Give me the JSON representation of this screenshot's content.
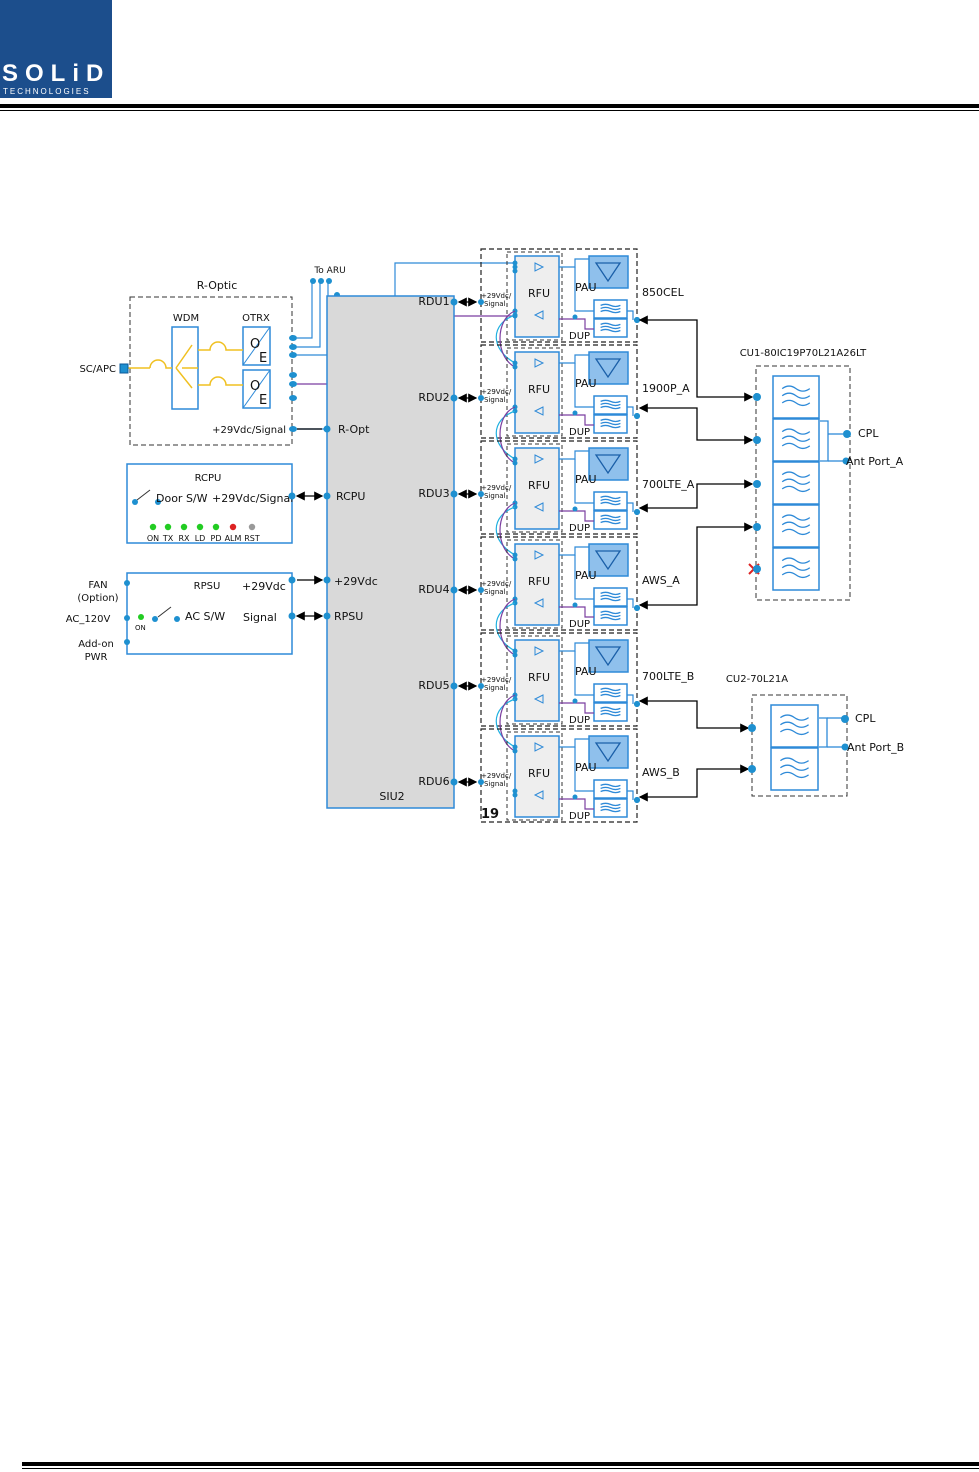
{
  "header": {
    "logo_text": "SOLiD",
    "logo_subtext": "TECHNOLOGIES"
  },
  "optic": {
    "title": "R-Optic",
    "wdm": "WDM",
    "otrx": "OTRX",
    "o": "O",
    "e": "E",
    "connector": "SC/APC",
    "power": "+29Vdc/Signal",
    "to_aru": "To ARU"
  },
  "rcpu": {
    "title": "RCPU",
    "door": "Door S/W",
    "power": "+29Vdc/Signal",
    "leds": [
      "ON",
      "TX",
      "RX",
      "LD",
      "PD",
      "ALM",
      "RST"
    ],
    "led_colors": [
      "#22cc22",
      "#22cc22",
      "#22cc22",
      "#22cc22",
      "#22cc22",
      "#dd2222",
      "#999999"
    ]
  },
  "rpsu": {
    "title": "RPSU",
    "fan": "FAN",
    "fan_option": "(Option)",
    "ac": "AC_120V",
    "on": "ON",
    "acsw": "AC S/W",
    "addon1": "Add-on",
    "addon2": "PWR",
    "p29": "+29Vdc",
    "signal": "Signal"
  },
  "siu": {
    "label": "SIU2",
    "ropt": "R-Opt",
    "rcpu": "RCPU",
    "p29": "+29Vdc",
    "rpsu": "RPSU"
  },
  "rdu_common": {
    "rfu": "RFU",
    "pau": "PAU",
    "dup": "DUP",
    "pwr1": "+29Vdc/",
    "pwr2": "Signal"
  },
  "rdus": [
    {
      "name": "RDU1",
      "band": "850CEL"
    },
    {
      "name": "RDU2",
      "band": "1900P_A"
    },
    {
      "name": "RDU3",
      "band": "700LTE_A"
    },
    {
      "name": "RDU4",
      "band": "AWS_A"
    },
    {
      "name": "RDU5",
      "band": "700LTE_B"
    },
    {
      "name": "RDU6",
      "band": "AWS_B"
    }
  ],
  "slot_number": "19",
  "cu1": {
    "name": "CU1-80IC19P70L21A26LT",
    "cpl": "CPL",
    "ant": "Ant Port_A"
  },
  "cu2": {
    "name": "CU2-70L21A",
    "cpl": "CPL",
    "ant": "Ant Port_B"
  },
  "colors": {
    "blue": "#2e8ad8",
    "dot": "#1e90d0",
    "purple": "#7b3fa0",
    "cyan": "#20b0e0",
    "yellow": "#f0c020",
    "siu_fill": "#d9d9d9",
    "pau_fill": "#8fc0ec",
    "logo": "#1c4e8c"
  }
}
